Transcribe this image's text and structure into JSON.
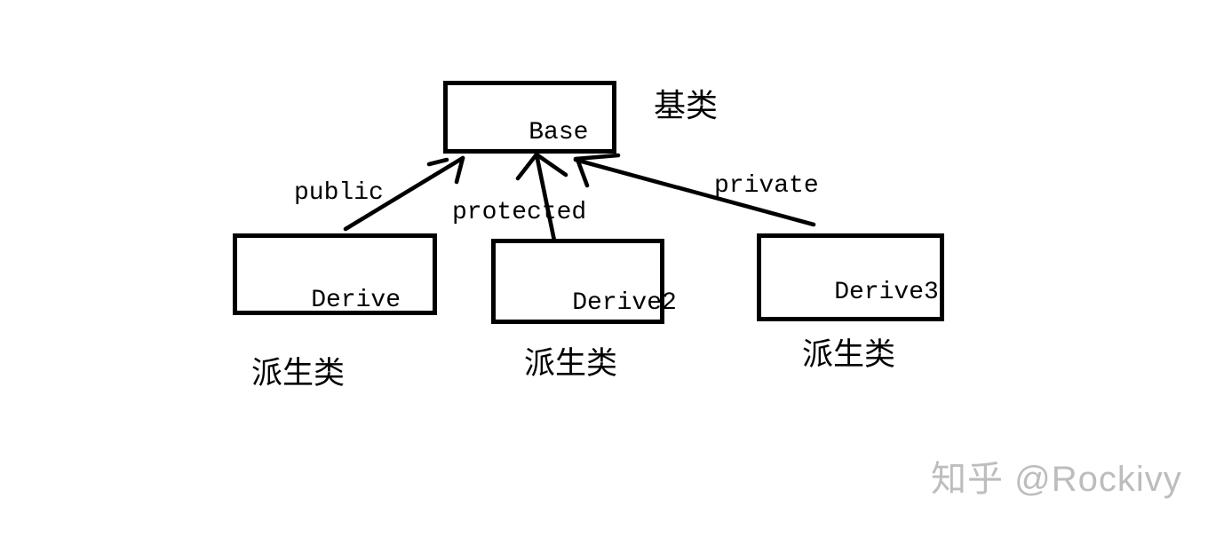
{
  "diagram": {
    "type": "class-inheritance",
    "base": {
      "label": "Base",
      "annotation": "基类"
    },
    "derived": [
      {
        "label": "Derive",
        "annotation": "派生类",
        "access": "public"
      },
      {
        "label": "Derive2",
        "annotation": "派生类",
        "access": "protected"
      },
      {
        "label": "Derive3",
        "annotation": "派生类",
        "access": "private"
      }
    ],
    "edges": [
      {
        "from": "Derive",
        "to": "Base",
        "label": "public"
      },
      {
        "from": "Derive2",
        "to": "Base",
        "label": "protected"
      },
      {
        "from": "Derive3",
        "to": "Base",
        "label": "private"
      }
    ]
  },
  "watermark": {
    "text": "知乎 @Rockivy",
    "color": "#bdbdbd"
  },
  "colors": {
    "ink": "#000000",
    "background": "#ffffff"
  }
}
